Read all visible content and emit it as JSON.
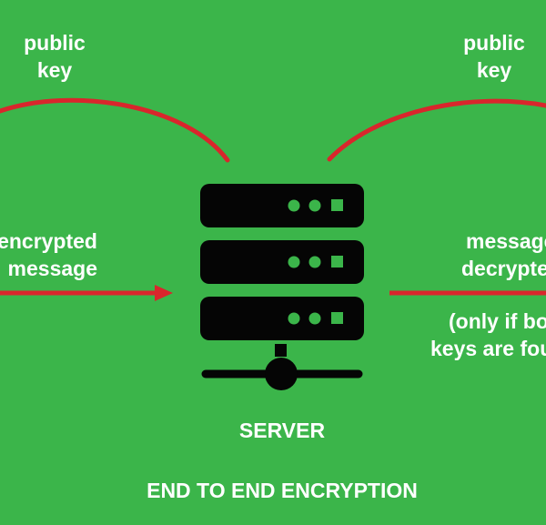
{
  "colors": {
    "background": "#3bb54a",
    "arrow": "#d9262c",
    "server": "#050505",
    "led": "#3bb54a",
    "text": "#ffffff"
  },
  "labels": {
    "public_key_left": [
      "public",
      "key"
    ],
    "public_key_right": [
      "public",
      "key"
    ],
    "encrypted_message": [
      "encrypted",
      "message"
    ],
    "message_decrypted": [
      "message",
      "decrypted"
    ],
    "condition_note": [
      "(only if both",
      "keys are found)"
    ],
    "server": "SERVER",
    "footer": "END TO END ENCRYPTION"
  },
  "icons": {
    "server": "server-rack-icon",
    "network": "network-node-icon"
  }
}
